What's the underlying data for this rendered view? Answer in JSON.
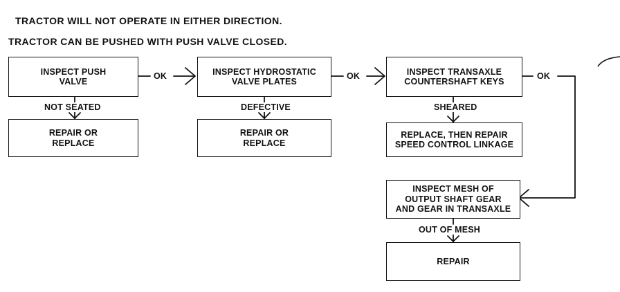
{
  "title": {
    "line1": "TRACTOR WILL NOT OPERATE IN EITHER DIRECTION.",
    "line2": "TRACTOR CAN BE PUSHED WITH PUSH VALVE CLOSED."
  },
  "boxes": {
    "inspect_push_valve": "INSPECT PUSH\nVALVE",
    "inspect_hydrostatic": "INSPECT HYDROSTATIC\nVALVE PLATES",
    "inspect_transaxle": "INSPECT TRANSAXLE\nCOUNTERSHAFT KEYS",
    "repair_replace_1": "REPAIR OR\nREPLACE",
    "repair_replace_2": "REPAIR OR\nREPLACE",
    "replace_then_repair": "REPLACE, THEN REPAIR\nSPEED CONTROL LINKAGE",
    "inspect_mesh": "INSPECT MESH OF\nOUTPUT SHAFT GEAR\nAND GEAR IN TRANSAXLE",
    "repair": "REPAIR"
  },
  "labels": {
    "ok1": "OK",
    "ok2": "OK",
    "ok3": "OK",
    "not_seated": "NOT SEATED",
    "defective": "DEFECTIVE",
    "sheared": "SHEARED",
    "out_of_mesh": "OUT OF MESH"
  }
}
